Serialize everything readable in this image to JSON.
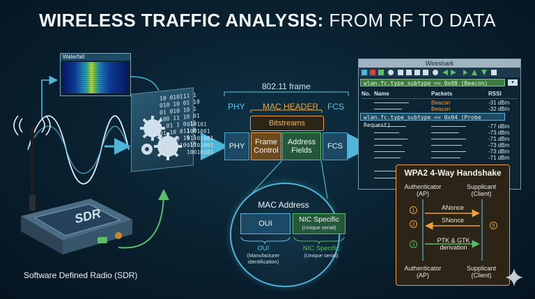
{
  "header": {
    "title_bold": "WIRELESS TRAFFIC ANALYSIS:",
    "title_rest": " FROM RF TO DATA"
  },
  "sdr": {
    "device_label": "SDR",
    "caption": "Software Defined Radio (SDR)"
  },
  "waterfall": {
    "title": "Waterfall"
  },
  "processing": {
    "bit_rows": [
      "10 010111 1",
      "010 10 01 10",
      "01 010 10 1",
      "100 11 10 01",
      "1 01 1 0 11",
      "01 10 011 0",
      "10 1 0 10 1",
      "01 01 10 10"
    ],
    "stream_rows": [
      "010101",
      "1001001",
      "01101001",
      "01101001",
      "10010101"
    ]
  },
  "frame": {
    "title": "802.11 frame",
    "label_phy": "PHY",
    "label_mac": "MAC HEADER",
    "label_fcs": "FCS",
    "bitstreams": "Bitstreams",
    "fields": {
      "phy": "PHY",
      "frame_control": "Frame Control",
      "address_fields": "Address Fields",
      "fcs": "FCS"
    }
  },
  "mac": {
    "title": "MAC Address",
    "oui": "OUI",
    "nic_title": "NIC Specific",
    "nic_sub": "(Unique serial)",
    "oui_caption": "OUI",
    "oui_caption_sub": "(Manufacturer identification)",
    "nic_caption": "NIC Specific",
    "nic_caption_sub": "(Unique serial)"
  },
  "wireshark": {
    "title": "Wireshark",
    "filter1": "wlan.fc.type_subtype == 0x08 (Beacon)",
    "col_no": "No.",
    "col_name": "Name",
    "col_packets": "Packets",
    "col_rssi": "RSSI",
    "beacon_rows": [
      {
        "packet": "Beacon",
        "rssi": "-31 dBm"
      },
      {
        "packet": "Beacon",
        "rssi": "-32 dBm"
      }
    ],
    "filter2": "wlan.fc.type_subtype == 0x04 (Probe Request)",
    "probe_rssi": [
      "-77 dBm",
      "-73 dBm",
      "-71 dBm",
      "-73 dBm",
      "-73 dBm",
      "-71 dBm"
    ]
  },
  "handshake": {
    "title": "WPA2 4-Way Handshake",
    "authenticator_top": "Authenticator (AP)",
    "supplicant_top": "Supplicant (Client)",
    "anonce": "ANonce",
    "snonce": "SNonce",
    "derivation": "PTK & GTK derivation",
    "authenticator_bottom": "Authenticator (AP)",
    "supplicant_bottom": "Supplicant (Client)",
    "step_1": "1",
    "step_2": "2",
    "step_3": "3",
    "step_5": "5"
  }
}
